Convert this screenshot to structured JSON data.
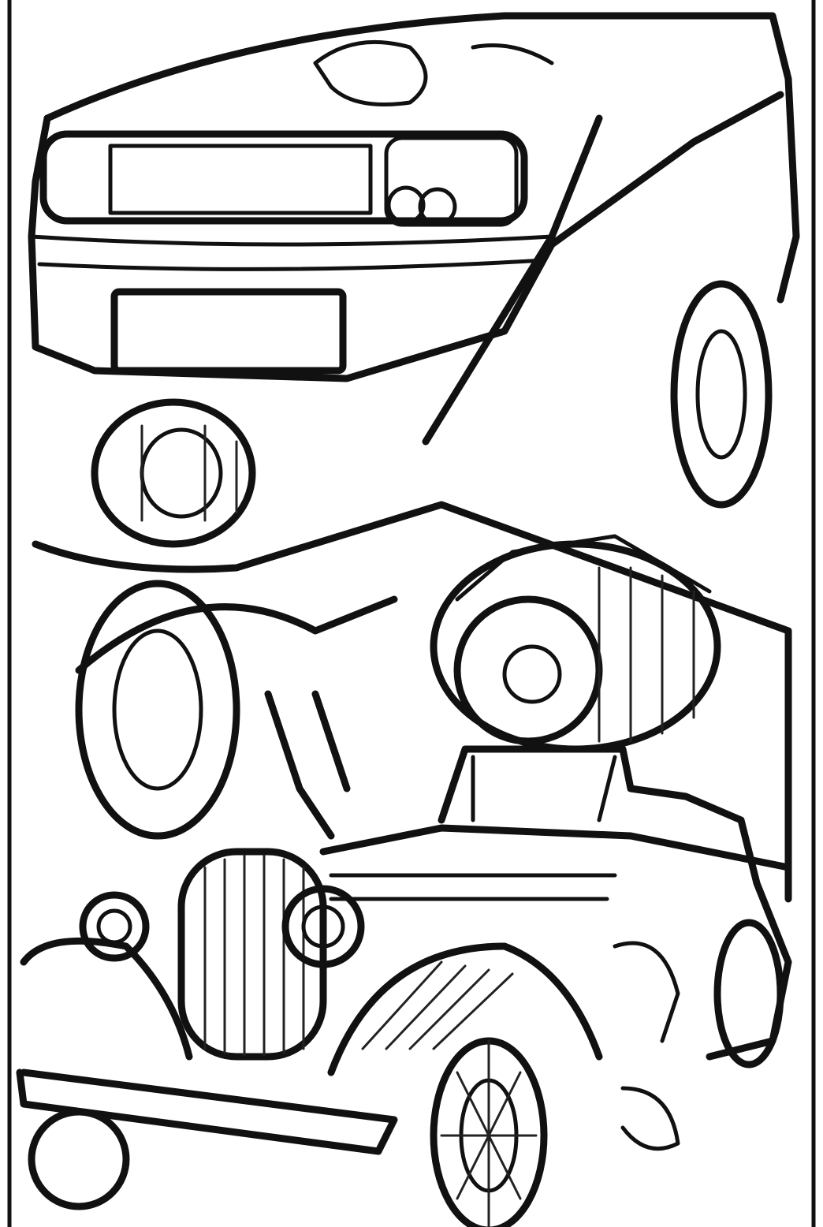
{
  "artwork": {
    "style": "black-and-white line art coloring page",
    "subjects": [
      "modern-car",
      "motorcycle",
      "vintage-car"
    ],
    "colors": {
      "line": "#111111",
      "background": "#ffffff"
    }
  }
}
